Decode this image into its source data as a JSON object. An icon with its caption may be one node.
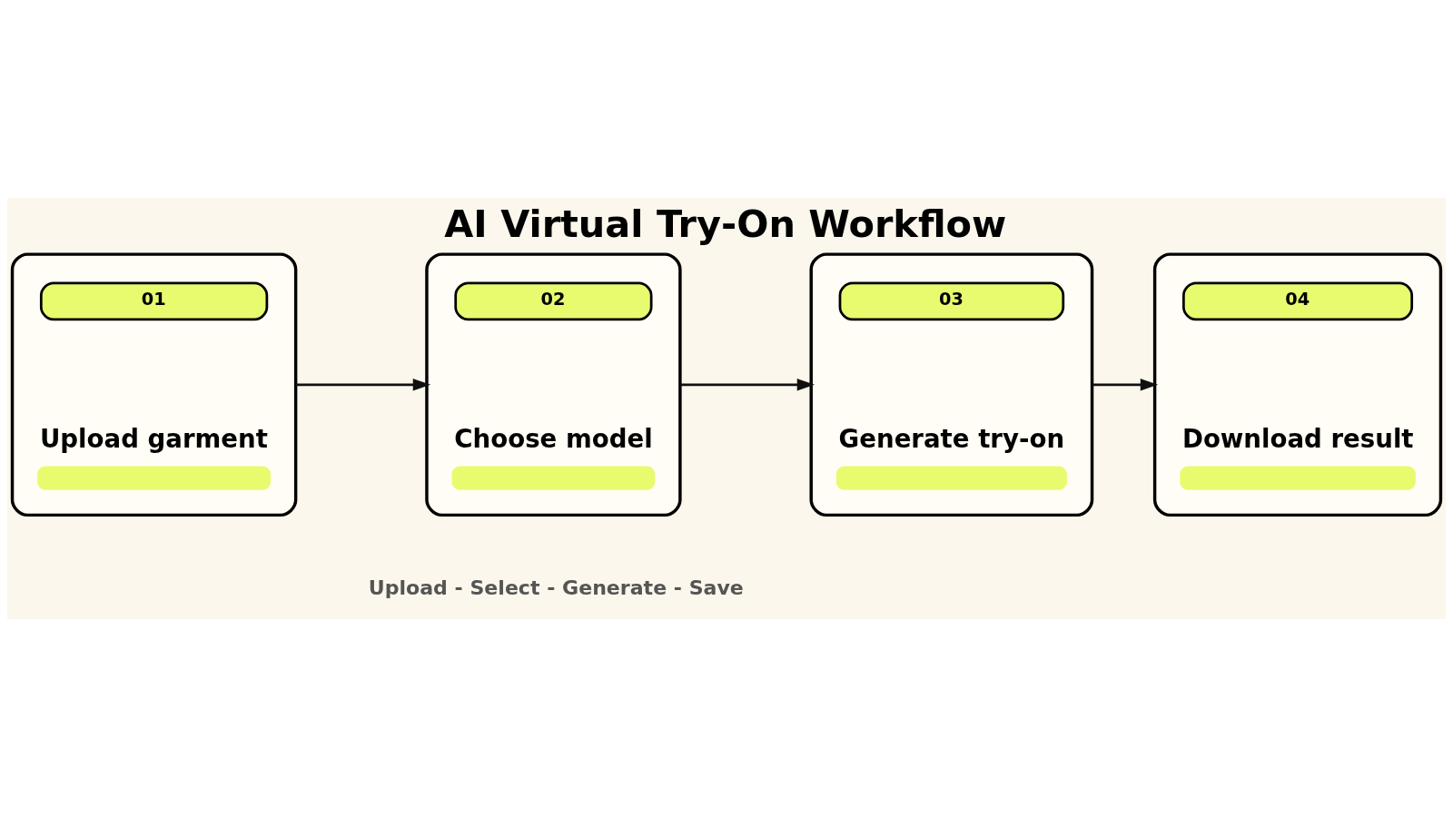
{
  "diagram": {
    "title": "AI Virtual Try-On Workflow",
    "nodes": [
      {
        "text": [
          "01",
          "Upload garment"
        ]
      },
      {
        "text": [
          "02",
          "Choose model"
        ]
      },
      {
        "text": [
          "03",
          "Generate try-on"
        ]
      },
      {
        "text": [
          "04",
          "Download result"
        ]
      }
    ],
    "edges": [
      {
        "from": 0,
        "to": 1,
        "arrow": "to"
      },
      {
        "from": 1,
        "to": 2,
        "arrow": "to"
      },
      {
        "from": 2,
        "to": 3,
        "arrow": "to"
      }
    ],
    "labels": [
      "Upload - Select - Generate - Save"
    ]
  }
}
